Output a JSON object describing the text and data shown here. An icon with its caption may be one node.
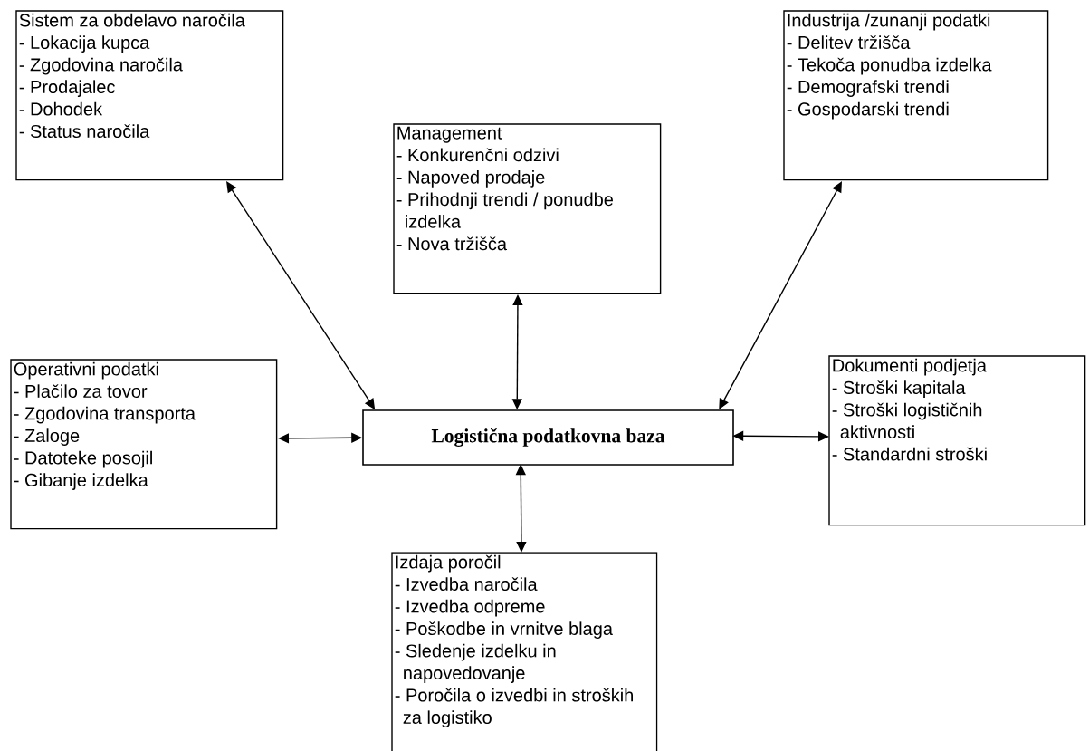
{
  "diagram": {
    "nodes": [
      {
        "text": [
          "Sistem za obdelavo naročila",
          "- Lokacija kupca",
          "- Zgodovina naročila",
          "- Prodajalec",
          "- Dohodek",
          "- Status naročila"
        ]
      },
      {
        "text": [
          "Industrija /zunanji podatki",
          "- Delitev tržišča",
          "- Tekoča ponudba izdelka",
          "- Demografski trendi",
          "- Gospodarski trendi"
        ]
      },
      {
        "text": [
          "Management",
          "- Konkurenčni odzivi",
          "- Napoved prodaje",
          "- Prihodnji trendi / ponudbe izdelka",
          "- Nova tržišča"
        ]
      },
      {
        "text": [
          "Operativni podatki",
          "- Plačilo za tovor",
          "- Zgodovina transporta",
          "- Zaloge",
          "- Datoteke posojil",
          "- Gibanje izdelka"
        ]
      },
      {
        "text": [
          "Logistična podatkovna baza"
        ]
      },
      {
        "text": [
          "Dokumenti podjetja",
          "- Stroški kapitala",
          "- Stroški logističnih aktivnosti",
          "- Standardni stroški"
        ]
      },
      {
        "text": [
          "Izdaja poročil",
          "- Izvedba naročila",
          "- Izvedba odpreme",
          "- Poškodbe in vrnitve blaga",
          "- Sledenje izdelku in napovedovanje",
          "- Poročila o izvedbi in stroških za logistiko"
        ]
      }
    ],
    "edges": [
      {
        "from": 0,
        "to": 4,
        "arrow": "both"
      },
      {
        "from": 1,
        "to": 4,
        "arrow": "both"
      },
      {
        "from": 2,
        "to": 4,
        "arrow": "both"
      },
      {
        "from": 3,
        "to": 4,
        "arrow": "both"
      },
      {
        "from": 4,
        "to": 5,
        "arrow": "both"
      },
      {
        "from": 4,
        "to": 6,
        "arrow": "both"
      }
    ]
  }
}
